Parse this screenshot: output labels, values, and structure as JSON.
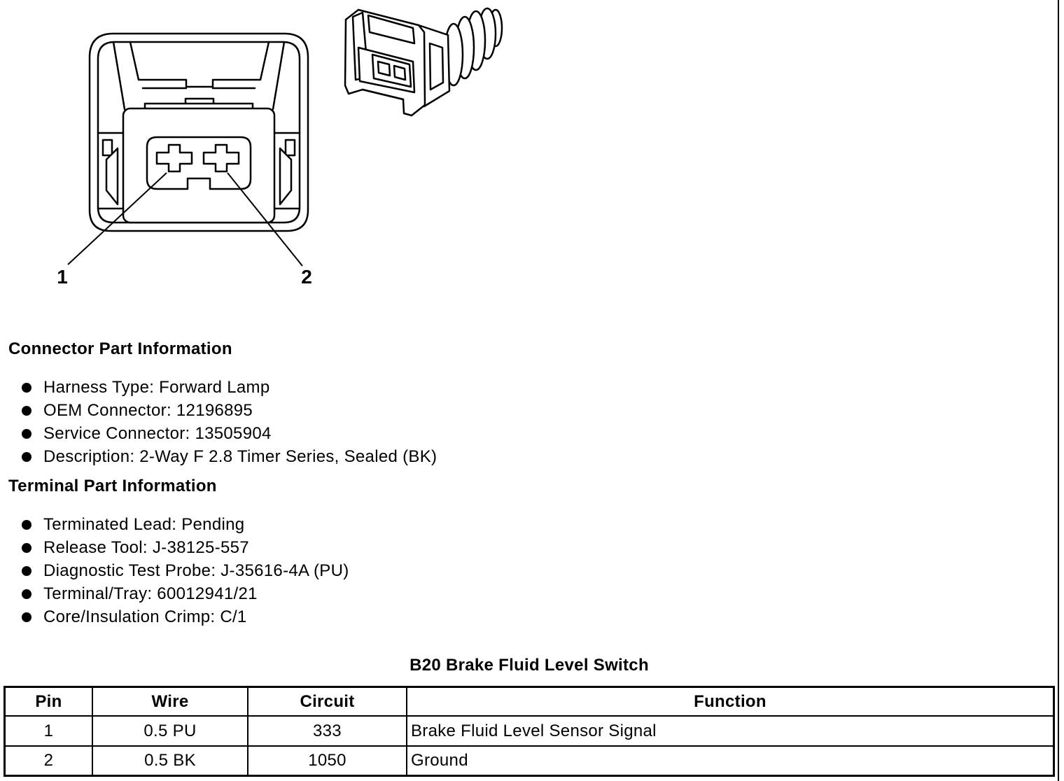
{
  "diagram": {
    "pin_labels": [
      "1",
      "2"
    ]
  },
  "connector_info": {
    "heading": "Connector Part Information",
    "items": [
      "Harness Type: Forward Lamp",
      "OEM Connector: 12196895",
      "Service Connector: 13505904",
      "Description: 2-Way F 2.8 Timer Series, Sealed (BK)"
    ]
  },
  "terminal_info": {
    "heading": "Terminal Part Information",
    "items": [
      "Terminated Lead: Pending",
      "Release Tool: J-38125-557",
      "Diagnostic Test Probe: J-35616-4A (PU)",
      "Terminal/Tray: 60012941/21",
      "Core/Insulation Crimp: C/1"
    ]
  },
  "table": {
    "title": "B20 Brake Fluid Level Switch",
    "headers": [
      "Pin",
      "Wire",
      "Circuit",
      "Function"
    ],
    "rows": [
      [
        "1",
        "0.5 PU",
        "333",
        "Brake Fluid Level Sensor Signal"
      ],
      [
        "2",
        "0.5 BK",
        "1050",
        "Ground"
      ]
    ]
  },
  "colors": {
    "ink": "#000000",
    "paper": "#ffffff"
  }
}
